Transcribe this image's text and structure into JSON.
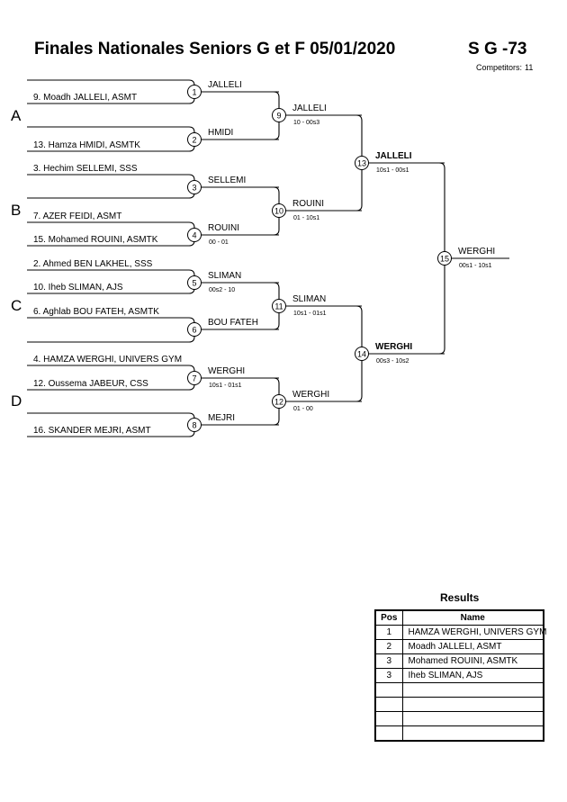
{
  "header": {
    "title": "Finales Nationales Seniors G et F  05/01/2020",
    "category": "S G -73",
    "competitors_label": "Competitors:",
    "competitors_count": "11"
  },
  "pools": [
    "A",
    "B",
    "C",
    "D"
  ],
  "entries": [
    "9. Moadh JALLELI, ASMT",
    "13. Hamza HMIDI, ASMTK",
    "3. Hechim SELLEMI, SSS",
    "7. AZER FEIDI, ASMT",
    "15. Mohamed ROUINI, ASMTK",
    "2. Ahmed BEN LAKHEL, SSS",
    "10. Iheb SLIMAN, AJS",
    "6. Aghlab BOU FATEH, ASMTK",
    "4. HAMZA WERGHI, UNIVERS GYM",
    "12. Oussema JABEUR, CSS",
    "16. SKANDER MEJRI, ASMT"
  ],
  "matches": [
    {
      "number": "1",
      "winner": "JALLELI",
      "score": ""
    },
    {
      "number": "2",
      "winner": "HMIDI",
      "score": ""
    },
    {
      "number": "3",
      "winner": "SELLEMI",
      "score": ""
    },
    {
      "number": "4",
      "winner": "ROUINI",
      "score": "00 - 01"
    },
    {
      "number": "5",
      "winner": "SLIMAN",
      "score": "00s2 - 10"
    },
    {
      "number": "6",
      "winner": "BOU FATEH",
      "score": ""
    },
    {
      "number": "7",
      "winner": "WERGHI",
      "score": "10s1 - 01s1"
    },
    {
      "number": "8",
      "winner": "MEJRI",
      "score": ""
    },
    {
      "number": "9",
      "winner": "JALLELI",
      "score": "10 - 00s3"
    },
    {
      "number": "10",
      "winner": "ROUINI",
      "score": "01 - 10s1"
    },
    {
      "number": "11",
      "winner": "SLIMAN",
      "score": "10s1 - 01s1"
    },
    {
      "number": "12",
      "winner": "WERGHI",
      "score": "01 - 00"
    },
    {
      "number": "13",
      "winner": "JALLELI",
      "score": "10s1 - 00s1"
    },
    {
      "number": "14",
      "winner": "WERGHI",
      "score": "00s3 - 10s2"
    },
    {
      "number": "15",
      "winner": "WERGHI",
      "score": "00s1 - 10s1"
    }
  ],
  "results": {
    "title": "Results",
    "headers": {
      "pos": "Pos",
      "name": "Name"
    },
    "rows": [
      {
        "pos": "1",
        "name": "HAMZA WERGHI, UNIVERS GYM"
      },
      {
        "pos": "2",
        "name": "Moadh JALLELI, ASMT"
      },
      {
        "pos": "3",
        "name": "Mohamed ROUINI, ASMTK"
      },
      {
        "pos": "3",
        "name": "Iheb SLIMAN, AJS"
      },
      {
        "pos": "",
        "name": ""
      },
      {
        "pos": "",
        "name": ""
      },
      {
        "pos": "",
        "name": ""
      },
      {
        "pos": "",
        "name": ""
      }
    ]
  }
}
